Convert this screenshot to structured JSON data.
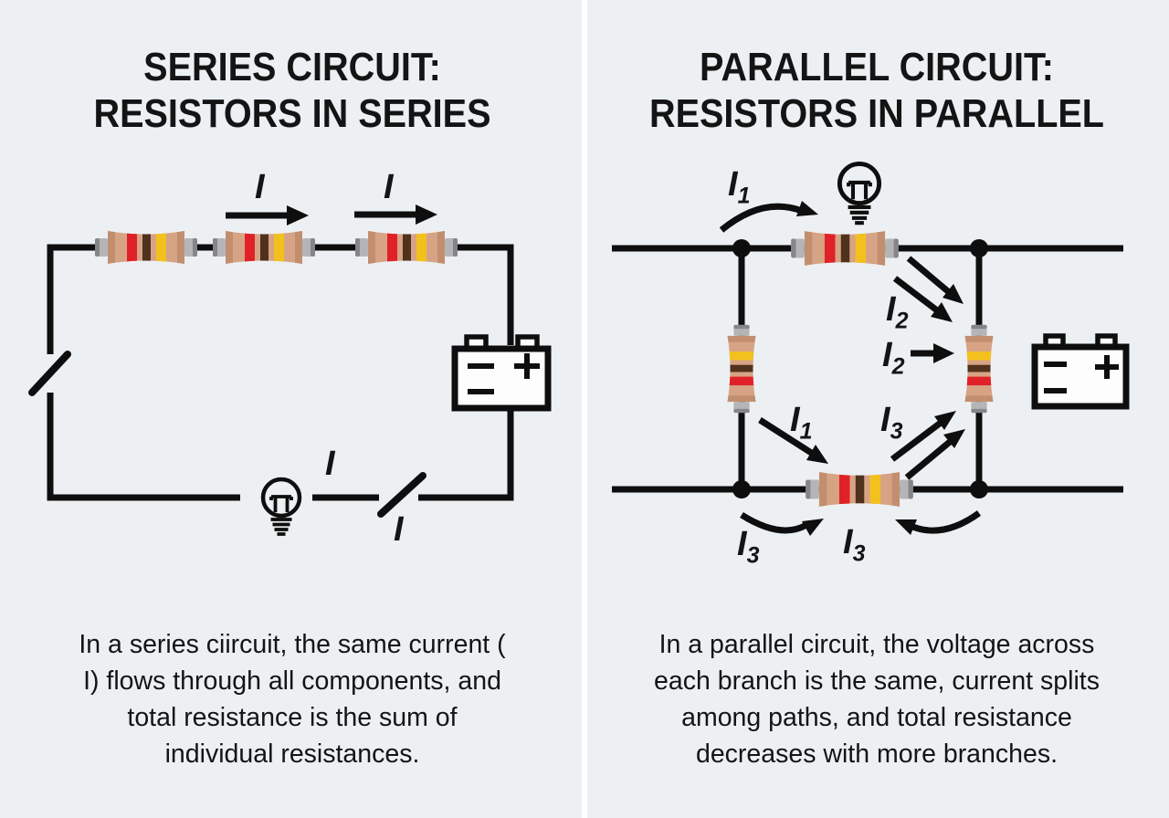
{
  "colors": {
    "background": "#edf0f2",
    "divider": "#ffffff",
    "ink": "#141414",
    "wire": "#0e0e0e",
    "resistor-body": "#d7a385",
    "resistor-shade": "#c18f70",
    "band-red": "#e02127",
    "band-brown": "#4f311c",
    "band-yellow": "#f3c11d",
    "cap-gray": "#b5b5b7",
    "cap-dark": "#85858a",
    "battery-fill": "#fdfdfd"
  },
  "panels": {
    "series": {
      "title_lines": [
        "SERIES CIRCUIT:",
        "RESISTORS IN SERIES"
      ],
      "description_lines": [
        "In a series ciircuit, the same current (",
        "I) flows through all components, and",
        "total resistance is the sum of",
        "individual resistances."
      ],
      "labels": {
        "top_first": {
          "symbol": "I",
          "sub": ""
        },
        "top_second": {
          "symbol": "I",
          "sub": ""
        },
        "bottom_bulb": {
          "symbol": "I",
          "sub": ""
        },
        "bottom_switch": {
          "symbol": "I",
          "sub": ""
        }
      }
    },
    "parallel": {
      "title_lines": [
        "PARALLEL CIRCUIT:",
        "RESISTORS IN PARALLEL"
      ],
      "description_lines": [
        "In a parallel circuit, the voltage across",
        "each branch is the same, current splits",
        "among paths, and total resistance",
        "decreases with more branches."
      ],
      "labels": {
        "i1_top": {
          "symbol": "I",
          "sub": "1"
        },
        "i2_upper": {
          "symbol": "I",
          "sub": "2"
        },
        "i2_mid": {
          "symbol": "I",
          "sub": "2"
        },
        "i3_right": {
          "symbol": "I",
          "sub": "3"
        },
        "i1_lower": {
          "symbol": "I",
          "sub": "1"
        },
        "i3_bottom_left": {
          "symbol": "I",
          "sub": "3"
        },
        "i3_bottom_mid": {
          "symbol": "I",
          "sub": "3"
        }
      }
    }
  },
  "icons": {
    "resistor": "resistor-icon",
    "battery": "battery-icon",
    "bulb": "light-bulb-icon",
    "switch": "switch-icon"
  }
}
